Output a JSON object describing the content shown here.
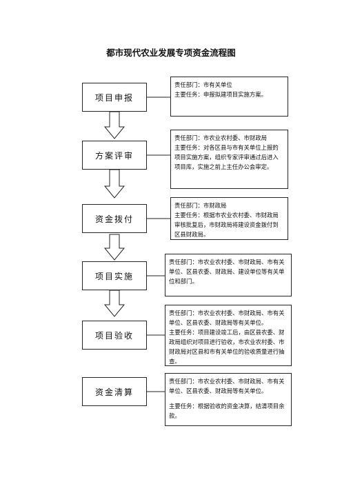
{
  "title": "都市现代农业发展专项资金流程图",
  "steps": [
    {
      "label": "项目申报",
      "dept": "责任部门：市有关单位",
      "task": "主要任务：申报拟建项目实施方案。"
    },
    {
      "label": "方案评审",
      "dept": "责任部门：市农业农村委、市财政局",
      "task": "主要任务：对各区县与市有关单位上报的项目实施方案，组织专家评审通过后进入项目库，实施之前上主任办公会审定。"
    },
    {
      "label": "资金拨付",
      "dept": "责任部门：市财政局",
      "task": "主要任务：根据市农业农村委、市财政局审核批复后，市财政局将建设资金拨付到区县财政局。"
    },
    {
      "label": "项目实施",
      "dept": "责任部门：市农业农村委、市财政局、市有关单位、区县农委、财政局、建设单位等有关单位和部门。",
      "task": ""
    },
    {
      "label": "项目验收",
      "dept": "责任部门：市农业农村委、市财政局、市有关单位、区县农委、财政局等有关单位。",
      "task": "主要任务：项目建设竣工后，由区县农委、财政局组织对项目进行验收，市农业农村委、市财政局对区县和市有关单位的验收质量进行抽查。"
    },
    {
      "label": "资金清算",
      "dept": "责任部门：市农业农村委、市财政局、市有关单位、区县农委、财政局等有关单位。",
      "task": "主要任务：根据验收的资金决算，结清项目余款。"
    }
  ]
}
